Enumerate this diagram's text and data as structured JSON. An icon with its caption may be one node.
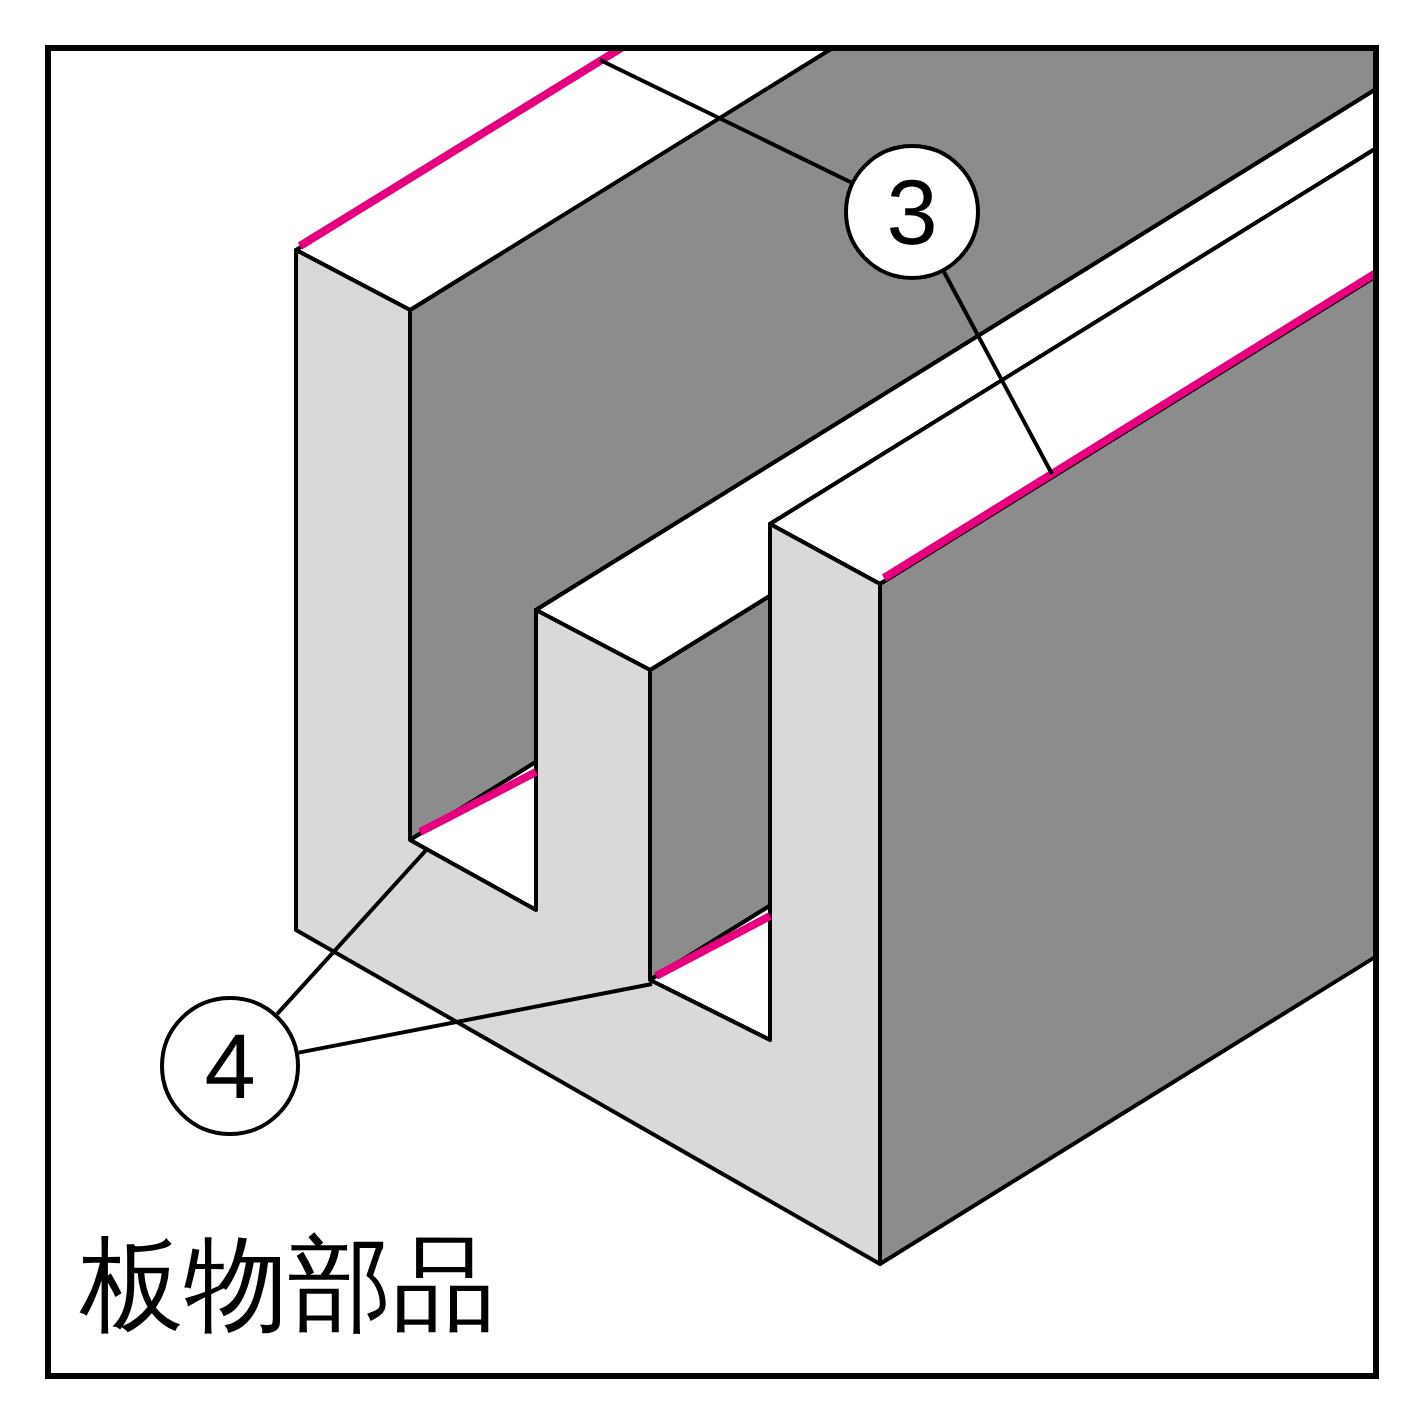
{
  "diagram": {
    "caption": "板物部品",
    "nodes": [
      {
        "text": [
          "3"
        ]
      },
      {
        "text": [
          "4"
        ]
      }
    ],
    "edges": [
      {
        "from": 0,
        "to": null,
        "arrow": "none"
      },
      {
        "from": 0,
        "to": null,
        "arrow": "none"
      },
      {
        "from": 1,
        "to": null,
        "arrow": "none"
      },
      {
        "from": 1,
        "to": null,
        "arrow": "none"
      }
    ]
  }
}
